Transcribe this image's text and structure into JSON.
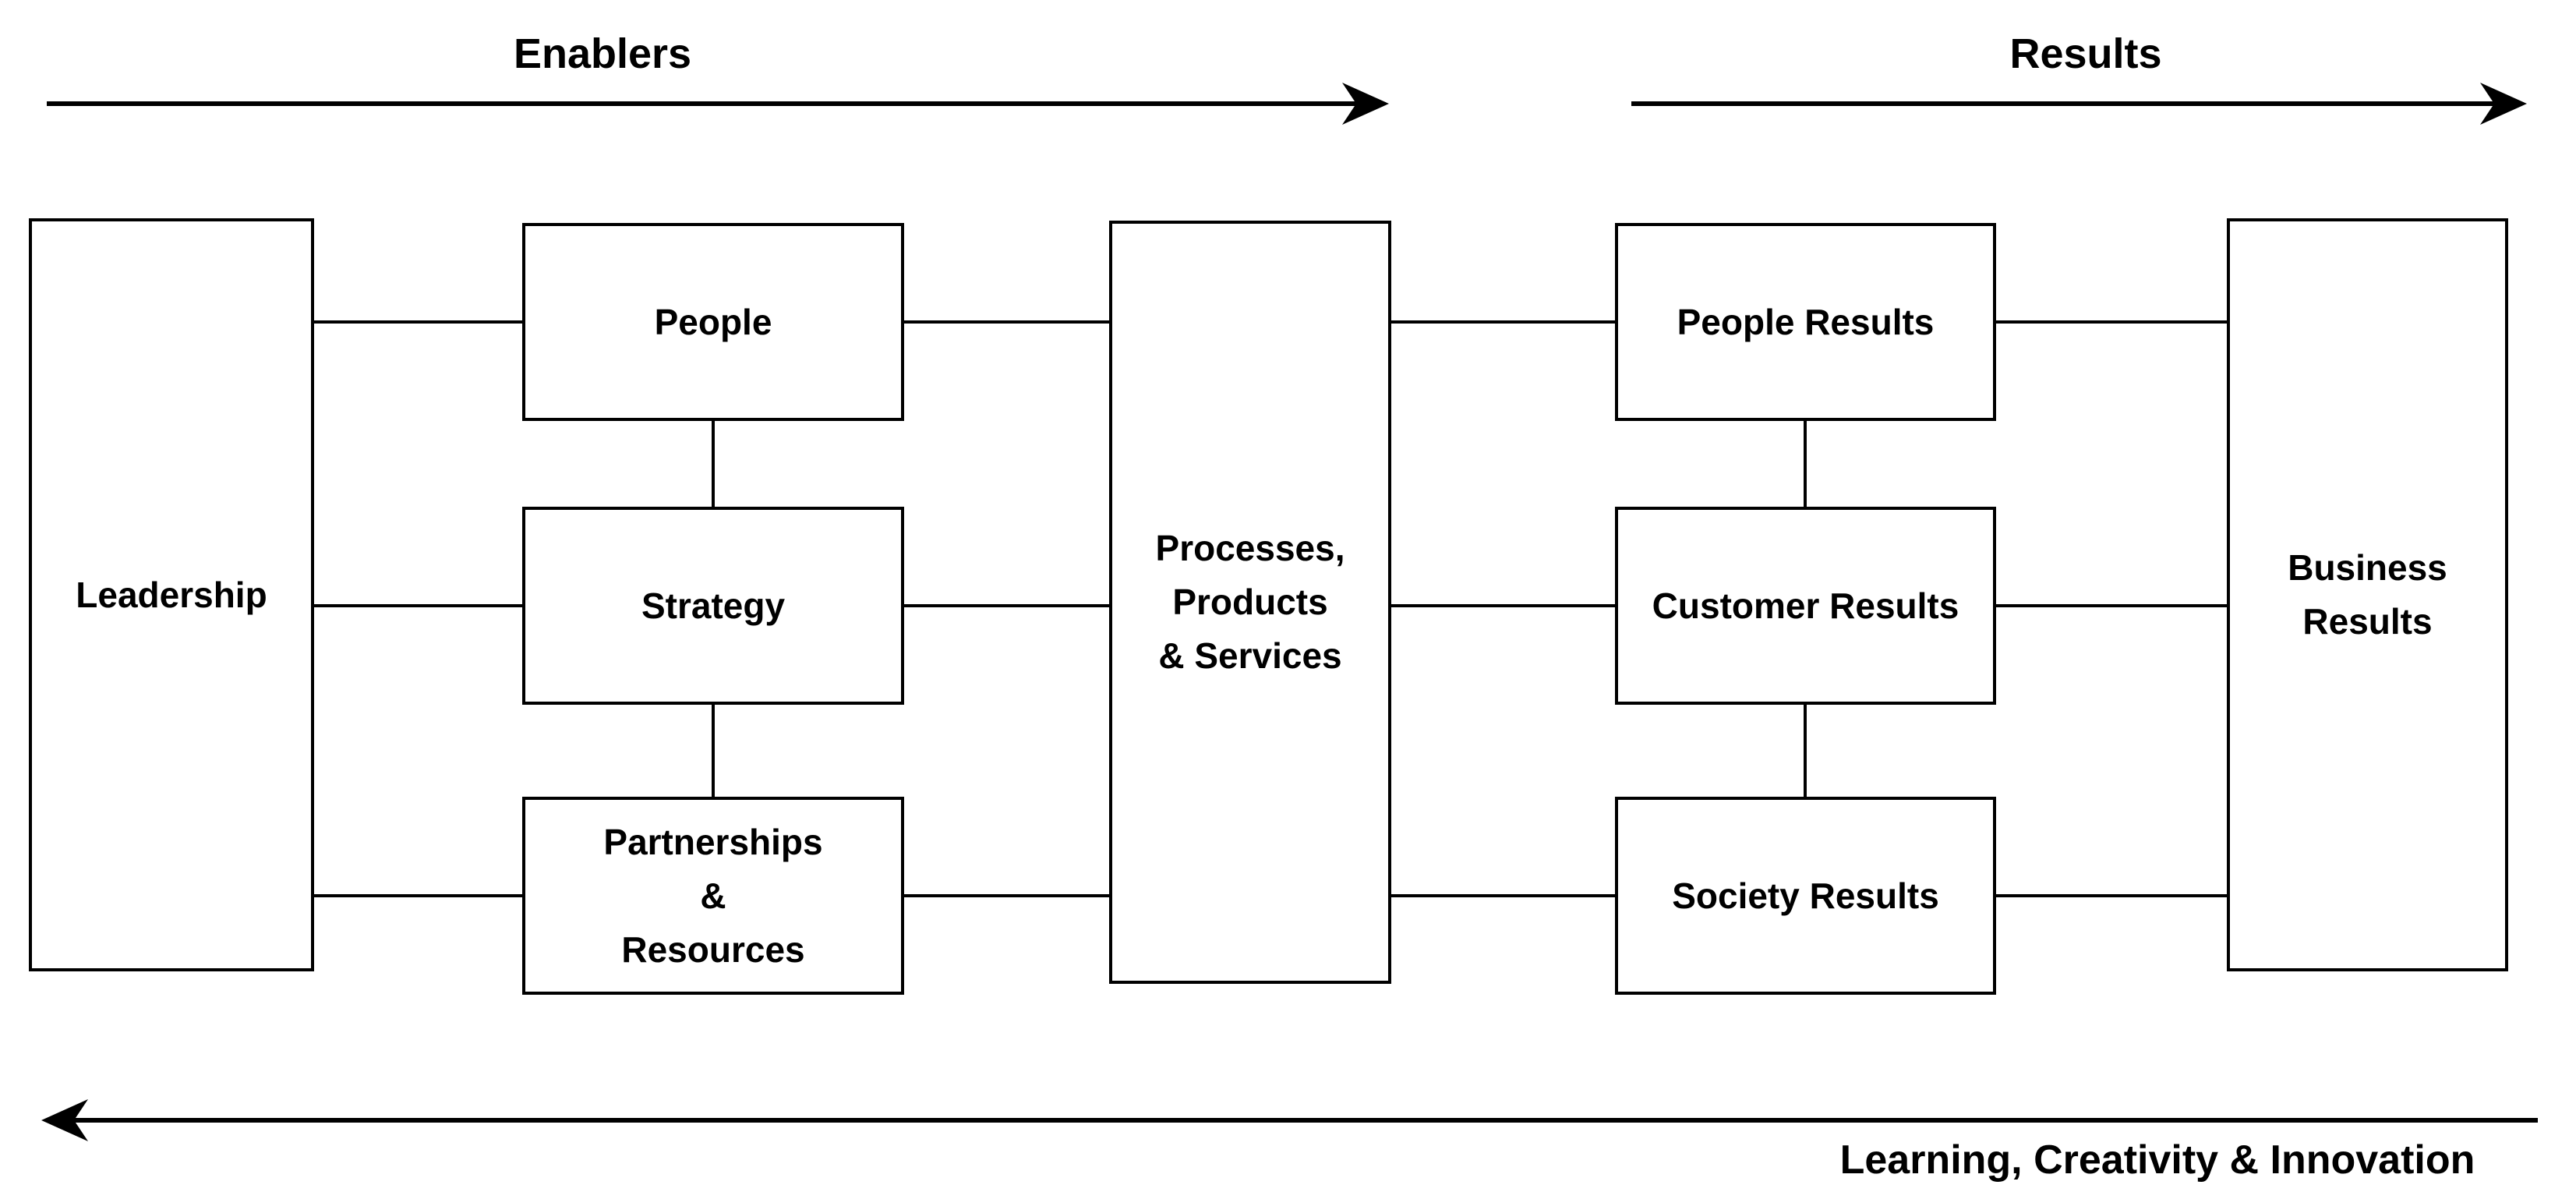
{
  "diagram": {
    "headers": {
      "enablers_label": "Enablers",
      "results_label": "Results",
      "feedback_label": "Learning, Creativity & Innovation"
    },
    "boxes": {
      "leadership": {
        "label": "Leadership"
      },
      "people": {
        "label": "People"
      },
      "strategy": {
        "label": "Strategy"
      },
      "partnerships": {
        "label": "Partnerships\n&\nResources"
      },
      "processes": {
        "label": "Processes,\nProducts\n& Services"
      },
      "people_results": {
        "label": "People Results"
      },
      "customer_results": {
        "label": "Customer Results"
      },
      "society_results": {
        "label": "Society Results"
      },
      "business_results": {
        "label": "Business\nResults"
      }
    },
    "colors": {
      "line": "#000000",
      "background": "#ffffff",
      "box_fill": "#ffffff",
      "text": "#000000"
    }
  }
}
